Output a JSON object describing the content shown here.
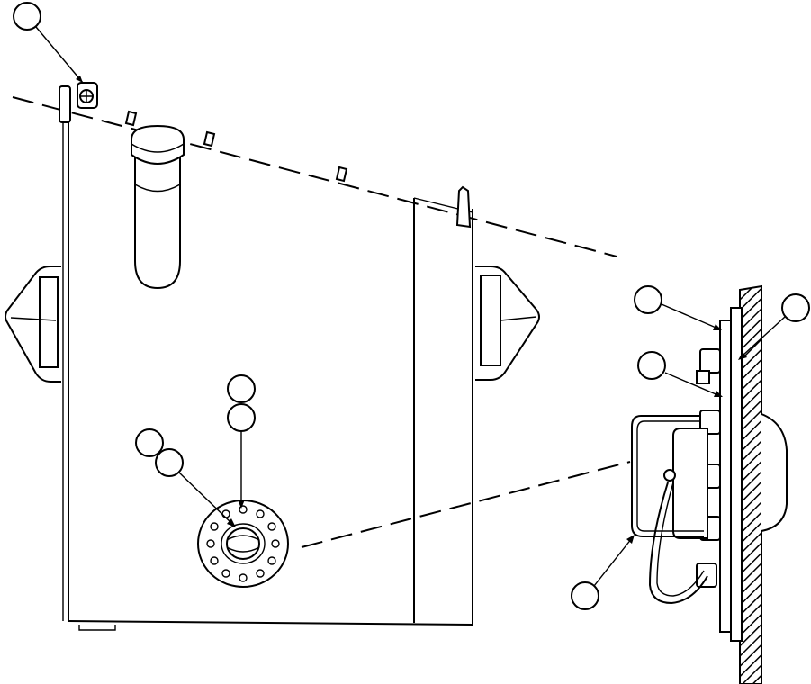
{
  "drawing": {
    "callouts": [
      {
        "id": "callout-top-left",
        "label": ""
      },
      {
        "id": "callout-mid-upper",
        "label": ""
      },
      {
        "id": "callout-mid-lower",
        "label": ""
      },
      {
        "id": "callout-left-a",
        "label": ""
      },
      {
        "id": "callout-left-b",
        "label": ""
      },
      {
        "id": "callout-detail-upper-left",
        "label": ""
      },
      {
        "id": "callout-detail-upper-right",
        "label": ""
      },
      {
        "id": "callout-detail-middle",
        "label": ""
      },
      {
        "id": "callout-detail-lower",
        "label": ""
      }
    ]
  }
}
